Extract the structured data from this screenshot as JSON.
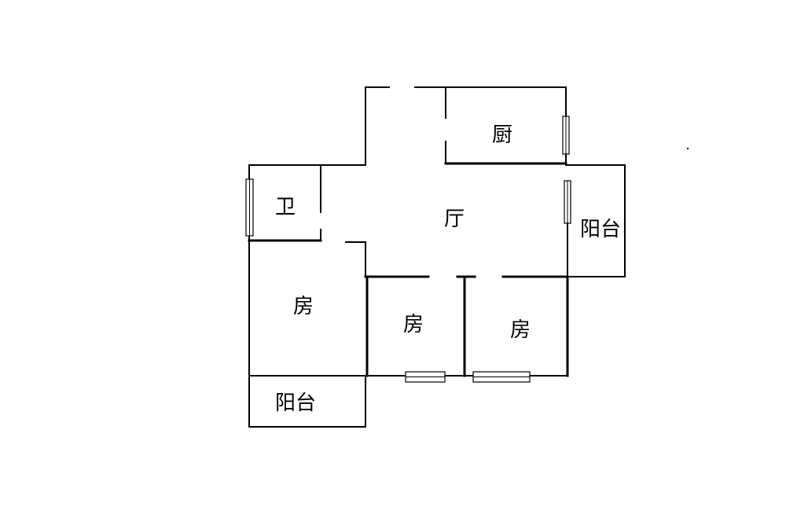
{
  "rooms": {
    "kitchen": "厨",
    "bathroom": "卫",
    "living_room": "厅",
    "balcony_east": "阳台",
    "bedroom_west": "房",
    "bedroom_middle": "房",
    "bedroom_east": "房",
    "balcony_south": "阳台"
  }
}
